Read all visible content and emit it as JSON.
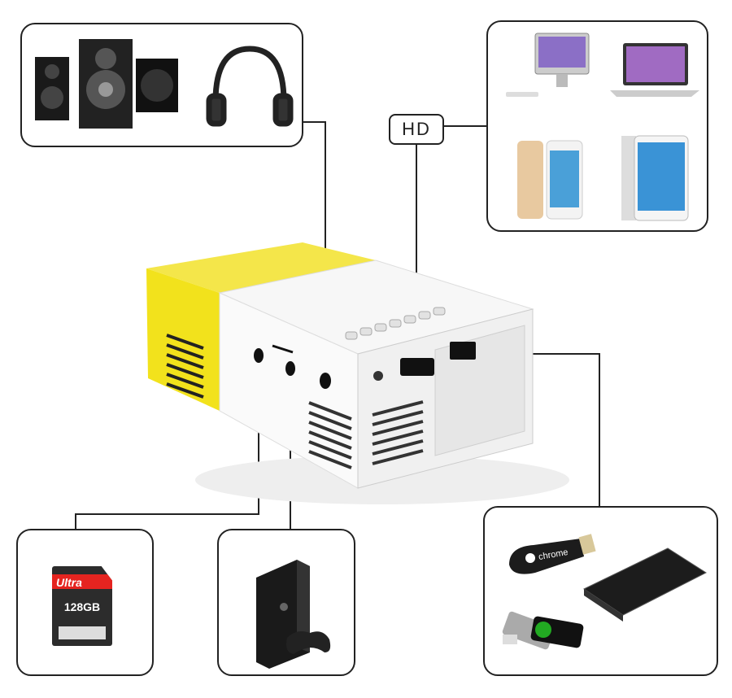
{
  "ports": {
    "hd_label": "HD"
  },
  "devices": {
    "sd_card": {
      "brand": "Ultra",
      "capacity": "128GB"
    },
    "chromecast": {
      "label": "chrome"
    }
  },
  "colors": {
    "projector_yellow": "#f2e21c",
    "projector_white": "#f6f6f6",
    "line": "#222222"
  }
}
